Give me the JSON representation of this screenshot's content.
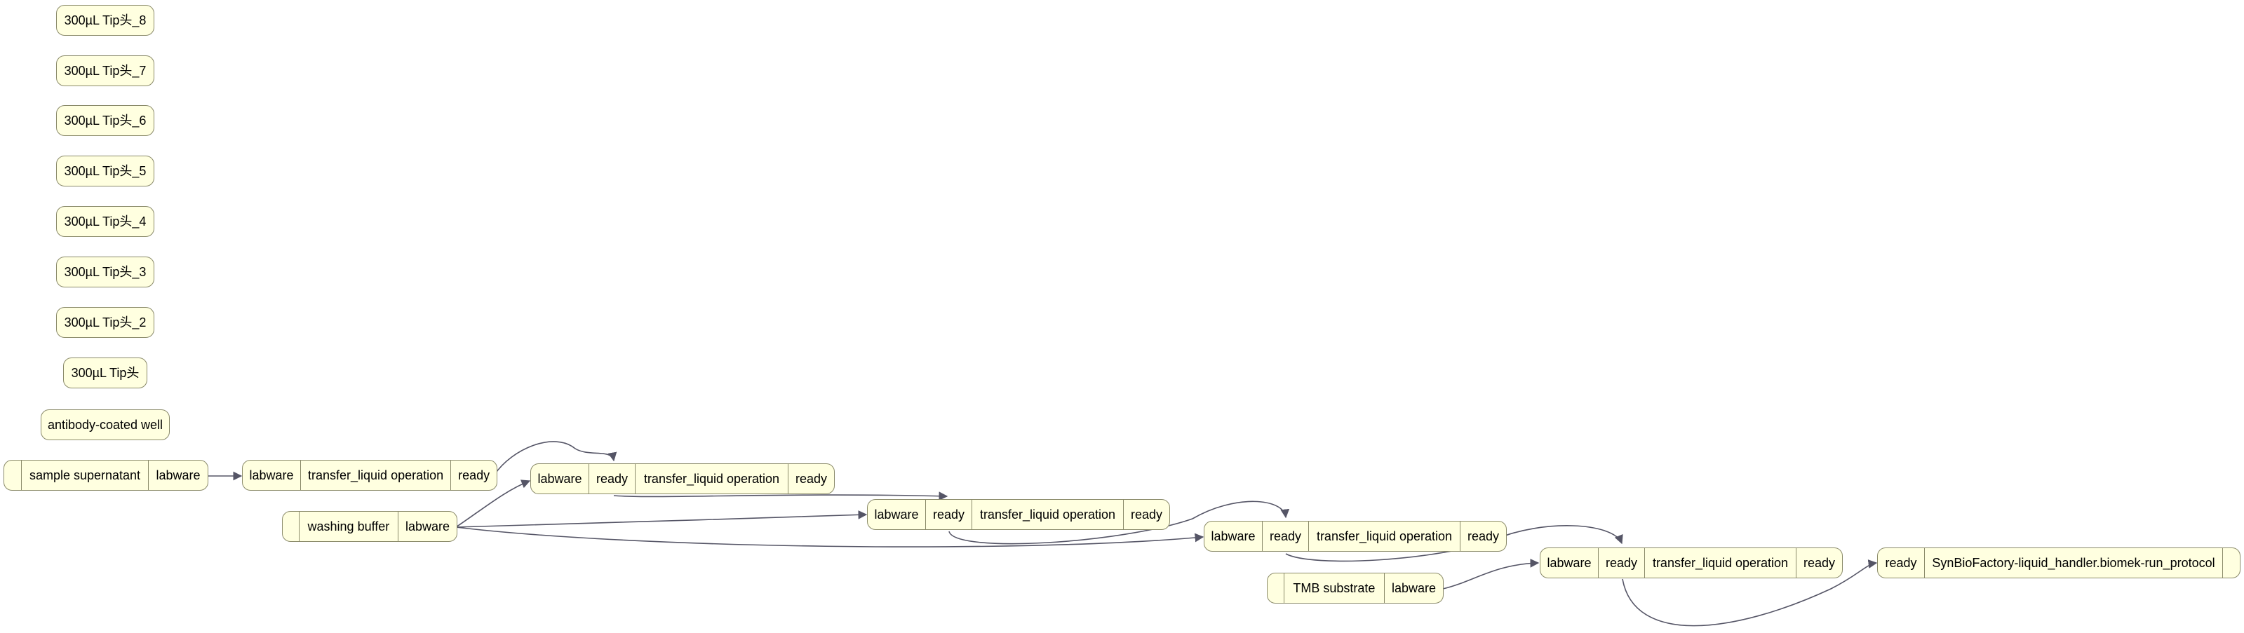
{
  "diagram": {
    "tips": [
      "300µL Tip头_8",
      "300µL Tip头_7",
      "300µL Tip头_6",
      "300µL Tip头_5",
      "300µL Tip头_4",
      "300µL Tip头_3",
      "300µL Tip头_2",
      "300µL Tip头"
    ],
    "antibody_well": "antibody-coated well",
    "sample_supernatant": {
      "name": "sample supernatant",
      "port_out": "labware"
    },
    "washing_buffer": {
      "name": "washing buffer",
      "port_out": "labware"
    },
    "tmb_substrate": {
      "name": "TMB substrate",
      "port_out": "labware"
    },
    "op1": {
      "port_in": "labware",
      "name": "transfer_liquid operation",
      "port_out": "ready"
    },
    "op2": {
      "port_in_1": "labware",
      "port_in_2": "ready",
      "name": "transfer_liquid operation",
      "port_out": "ready"
    },
    "op3": {
      "port_in_1": "labware",
      "port_in_2": "ready",
      "name": "transfer_liquid operation",
      "port_out": "ready"
    },
    "op4": {
      "port_in_1": "labware",
      "port_in_2": "ready",
      "name": "transfer_liquid operation",
      "port_out": "ready"
    },
    "op5": {
      "port_in_1": "labware",
      "port_in_2": "ready",
      "name": "transfer_liquid operation",
      "port_out": "ready"
    },
    "protocol": {
      "port_in": "ready",
      "name": "SynBioFactory-liquid_handler.biomek-run_protocol"
    }
  },
  "colors": {
    "node_fill": "#ffffe0",
    "node_border": "#8a8a6a",
    "edge": "#555566"
  }
}
